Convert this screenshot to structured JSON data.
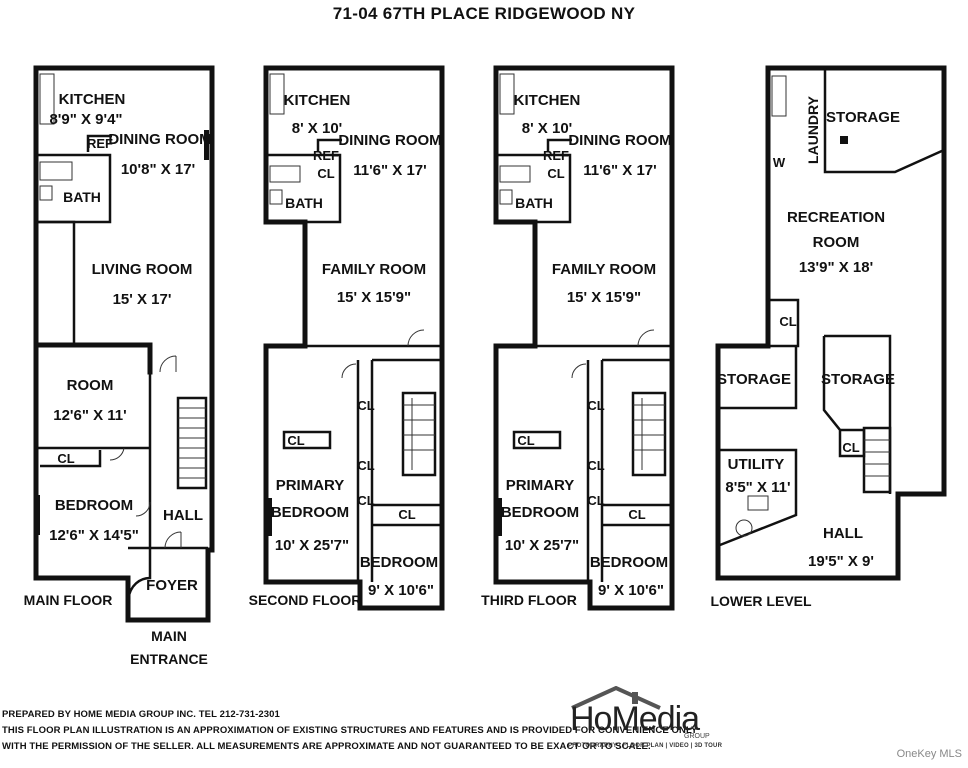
{
  "title": "71-04 67TH PLACE RIDGEWOOD NY",
  "floors": {
    "main": {
      "label": "MAIN FLOOR",
      "kitchen": {
        "name": "KITCHEN",
        "dims": "8'9\" X 9'4\""
      },
      "dining": {
        "name": "DINING ROOM",
        "dims": "10'8\" X 17'"
      },
      "ref": "REF",
      "bath": "BATH",
      "living": {
        "name": "LIVING ROOM",
        "dims": "15' X 17'"
      },
      "room": {
        "name": "ROOM",
        "dims": "12'6\" X 11'"
      },
      "cl": "CL",
      "bedroom": {
        "name": "BEDROOM",
        "dims": "12'6\" X 14'5\""
      },
      "hall": "HALL",
      "foyer": "FOYER",
      "entrance_1": "MAIN",
      "entrance_2": "ENTRANCE"
    },
    "second": {
      "label": "SECOND FLOOR",
      "kitchen": {
        "name": "KITCHEN",
        "dims": "8' X 10'"
      },
      "dining": {
        "name": "DINING ROOM",
        "dims": "11'6\" X 17'"
      },
      "ref": "REF",
      "cl": "CL",
      "bath": "BATH",
      "family": {
        "name": "FAMILY ROOM",
        "dims": "15' X 15'9\""
      },
      "primary_1": "PRIMARY",
      "primary_2": "BEDROOM",
      "primary_dims": "10' X 25'7\"",
      "bedroom": {
        "name": "BEDROOM",
        "dims": "9' X 10'6\""
      }
    },
    "third": {
      "label": "THIRD FLOOR",
      "kitchen": {
        "name": "KITCHEN",
        "dims": "8' X 10'"
      },
      "dining": {
        "name": "DINING ROOM",
        "dims": "11'6\" X 17'"
      },
      "ref": "REF",
      "cl": "CL",
      "bath": "BATH",
      "family": {
        "name": "FAMILY ROOM",
        "dims": "15' X 15'9\""
      },
      "primary_1": "PRIMARY",
      "primary_2": "BEDROOM",
      "primary_dims": "10' X 25'7\"",
      "bedroom": {
        "name": "BEDROOM",
        "dims": "9' X 10'6\""
      }
    },
    "lower": {
      "label": "LOWER LEVEL",
      "laundry": "LAUNDRY",
      "storage": "STORAGE",
      "w": "W",
      "recreation_1": "RECREATION",
      "recreation_2": "ROOM",
      "recreation_dims": "13'9\" X 18'",
      "cl": "CL",
      "utility": {
        "name": "UTILITY",
        "dims": "8'5\" X 11'"
      },
      "hall": {
        "name": "HALL",
        "dims": "19'5\" X 9'"
      }
    }
  },
  "footer": {
    "line1": "PREPARED BY HOME MEDIA GROUP INC.  TEL 212-731-2301",
    "line2": "THIS FLOOR PLAN ILLUSTRATION IS AN APPROXIMATION OF EXISTING STRUCTURES AND FEATURES AND IS PROVIDED FOR CONVENIENCE ONLY",
    "line3": "WITH THE PERMISSION OF THE SELLER. ALL MEASUREMENTS ARE APPROXIMATE AND NOT GUARANTEED TO BE EXACT OR TO SCALE."
  },
  "logo": {
    "name": "HoMedia",
    "group": "GROUP",
    "tagline": "PHOTOGRAPHY | FLOOR PLAN | VIDEO | 3D TOUR"
  },
  "watermark": "OneKey MLS"
}
